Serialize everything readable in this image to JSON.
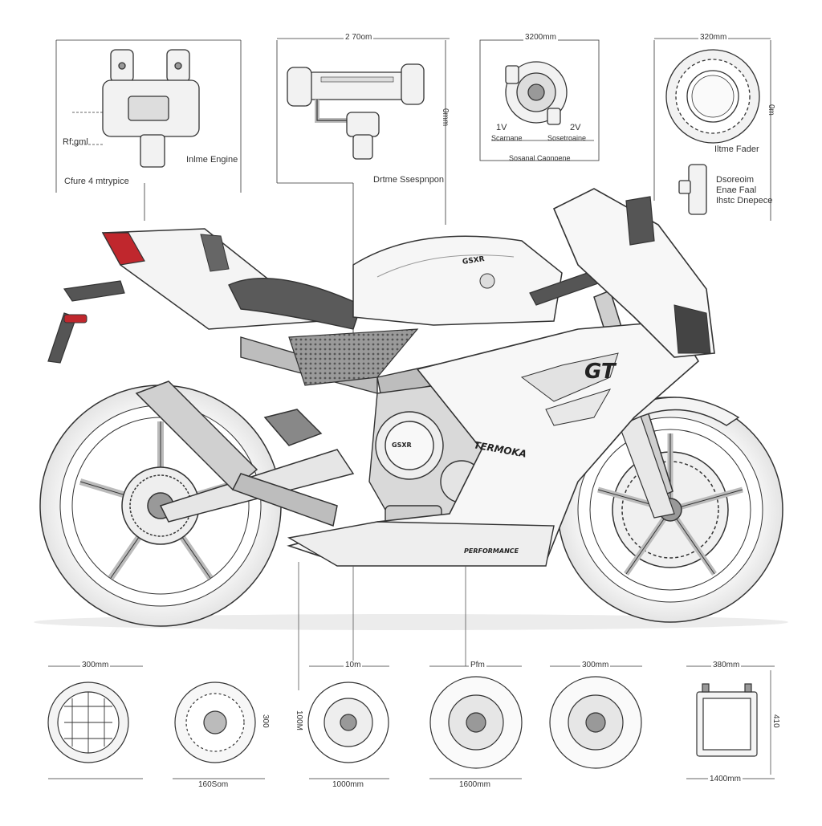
{
  "top_parts": {
    "engine_block": {
      "label": "Inlme Engine",
      "left_label": "Rf:gml",
      "sub_label": "Cfure 4 mtrypice"
    },
    "suspension": {
      "dim": "2 70om",
      "side_dim": "0mm",
      "label": "Drtme Ssespnpon"
    },
    "hub": {
      "dim": "3200mm",
      "left_mark": "1V",
      "right_mark": "2V",
      "sub_a": "Scarnane",
      "sub_b": "Sosetroaine",
      "caption": "Sosanal Caonoene"
    },
    "ring": {
      "dim": "320mm",
      "side_dim": "0m",
      "label": "Iltme Fader",
      "notes": [
        "Dsoreoim",
        "Enae Faal",
        "Ihstc Dnepece"
      ]
    }
  },
  "bike": {
    "tank_decal": "GSXR",
    "fairing_number": "GT",
    "fairing_brand": "TERMOKA",
    "lower_decal": "PERFORMANCE",
    "engine_cover": "GSXR"
  },
  "bottom_parts": [
    {
      "top_dim": "300mm",
      "bottom_dim": "",
      "side_dim": ""
    },
    {
      "top_dim": "",
      "bottom_dim": "160Som",
      "side_dim": "300"
    },
    {
      "top_dim": "10m",
      "bottom_dim": "1000mm",
      "side_dim": "100M"
    },
    {
      "top_dim": "Pfm",
      "bottom_dim": "1600mm",
      "side_dim": ""
    },
    {
      "top_dim": "300mm",
      "bottom_dim": "",
      "side_dim": ""
    },
    {
      "top_dim": "380mm",
      "bottom_dim": "1400mm",
      "side_dim": "410"
    }
  ],
  "colors": {
    "line": "#333333",
    "accent": "#c0272d",
    "fill": "#f2f2f2",
    "dark": "#555555"
  }
}
